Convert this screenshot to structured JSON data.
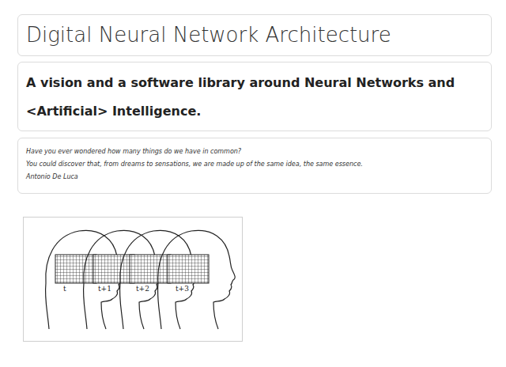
{
  "diagram": {
    "nodes": [
      {
        "text": [
          "Digital Neural Network Architecture"
        ]
      },
      {
        "text": [
          "A vision and a software library around Neural Networks and <Artificial> Intelligence."
        ]
      },
      {
        "text": [
          "Have you ever wondered how many things do we have in common?",
          "You could discover that, from dreams to sensations, we are made up of the same idea, the same essence.",
          "Antonio De Luca"
        ]
      }
    ],
    "labels": [
      "t",
      "t+1",
      "t+2",
      "t+3"
    ]
  }
}
